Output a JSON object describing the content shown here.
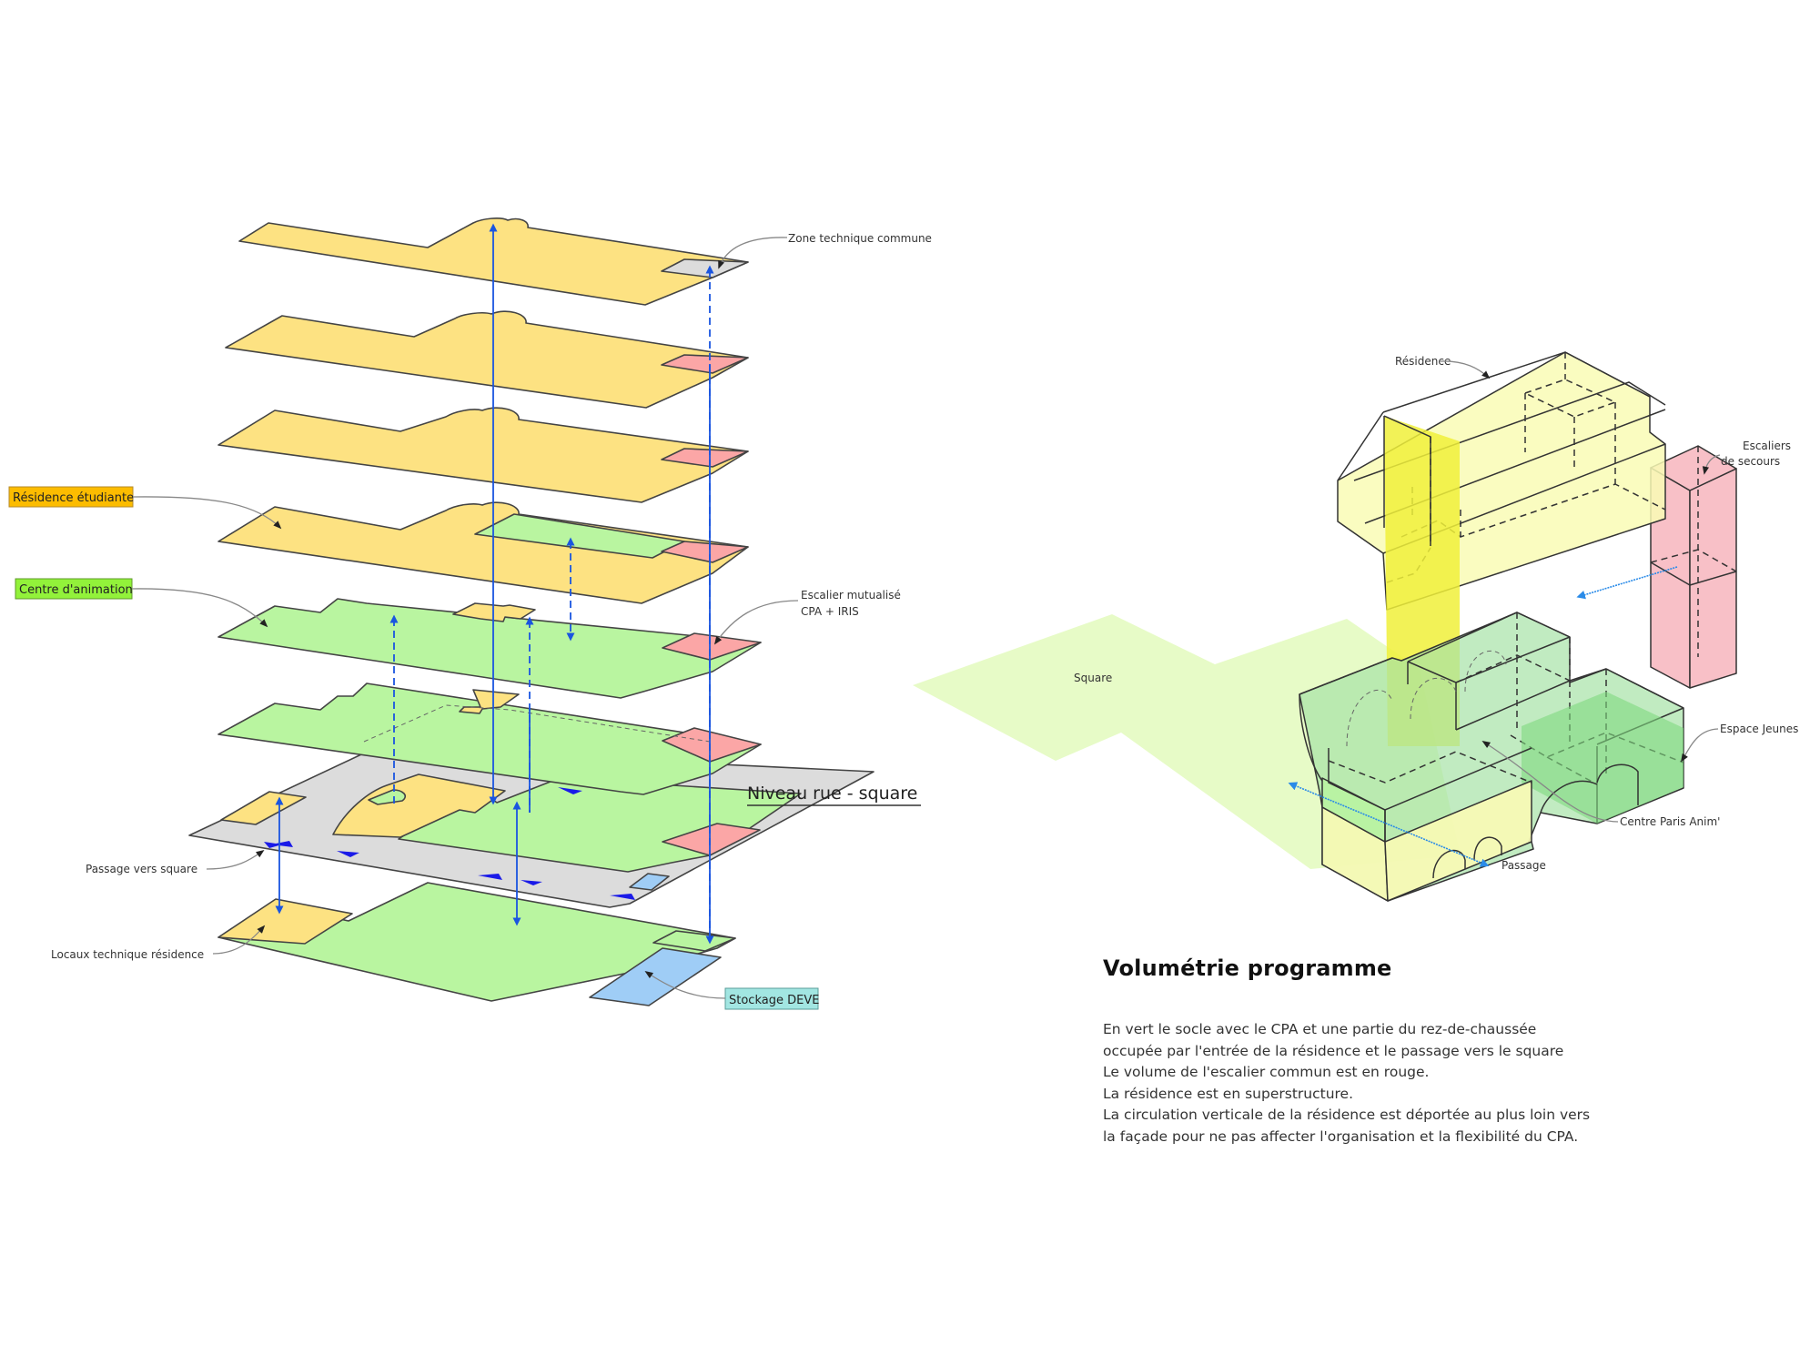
{
  "colors": {
    "residence": "#fde282",
    "centre_animation": "#b9f5a0",
    "escalier": "#fba6a6",
    "zone_technique": "#dcdcdc",
    "stockage": "#9fcdf6",
    "circulation_arrows": "#1a55e0",
    "tag_residence": "#fcbc00",
    "tag_centre": "#92f23a",
    "tag_stockage": "#a2e6e2",
    "square": "#e6fbc4",
    "volume_residence": "#f9fbb5",
    "volume_residence_core": "#f0f03a",
    "volume_cpa": "#b5e9b5",
    "volume_escaliers": "#f7b9c1"
  },
  "exploded_plan": {
    "labels": {
      "zone_technique": "Zone technique commune",
      "residence_etudiante": "Résidence étudiante",
      "centre_animation": "Centre d'animation",
      "escalier_line1": "Escalier mutualisé",
      "escalier_line2": "CPA + IRIS",
      "niveau_rue": "Niveau rue - square",
      "passage": "Passage vers square",
      "locaux_technique": "Locaux technique résidence",
      "stockage": "Stockage DEVE"
    },
    "levels": [
      {
        "name": "level-top",
        "program": "Résidence étudiante + zone technique"
      },
      {
        "name": "level-r5",
        "program": "Résidence étudiante + escalier"
      },
      {
        "name": "level-r4",
        "program": "Résidence étudiante + escalier"
      },
      {
        "name": "level-r3",
        "program": "Résidence étudiante + Centre d'animation + escalier"
      },
      {
        "name": "level-r2",
        "program": "Centre d'animation + escalier"
      },
      {
        "name": "level-r1",
        "program": "Centre d'animation + escalier"
      },
      {
        "name": "level-rdc",
        "program": "Niveau rue - square"
      },
      {
        "name": "level-ss",
        "program": "Locaux technique + Centre d'animation + Stockage DEVE"
      }
    ]
  },
  "volumetry": {
    "labels": {
      "residence": "Résidence",
      "escaliers_line1": "Escaliers",
      "escaliers_line2": "de secours",
      "square": "Square",
      "espace_jeunes": "Espace Jeunes",
      "centre_paris_anim": "Centre Paris Anim'",
      "passage": "Passage"
    }
  },
  "description": {
    "title": "Volumétrie programme",
    "lines": [
      "En vert le socle avec le CPA et une partie du rez-de-chaussée",
      "occupée par l'entrée de la résidence et le passage vers le square",
      "Le volume de l'escalier commun est en rouge.",
      "La résidence est en superstructure.",
      "La circulation verticale de la résidence est déportée au plus loin vers",
      "la façade pour ne pas affecter l'organisation et la flexibilité du CPA."
    ]
  }
}
